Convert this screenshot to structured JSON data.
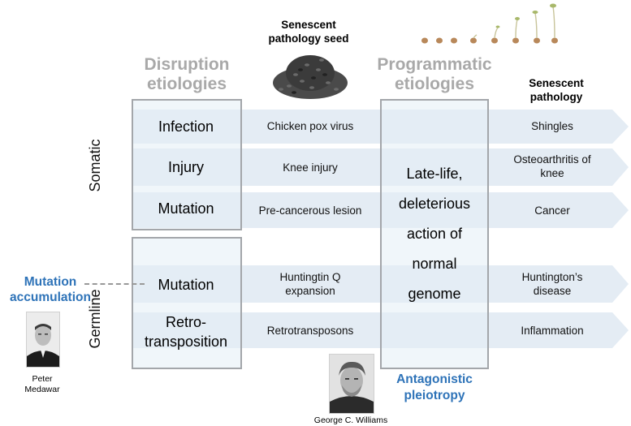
{
  "headers": {
    "disruption": "Disruption etiologies",
    "disruption_l1": "Disruption",
    "disruption_l2": "etiologies",
    "seed_l1": "Senescent",
    "seed_l2": "pathology seed",
    "programmatic_l1": "Programmatic",
    "programmatic_l2": "etiologies",
    "pathology_l1": "Senescent",
    "pathology_l2": "pathology"
  },
  "groups": {
    "somatic": "Somatic",
    "germline": "Germline"
  },
  "rows": [
    {
      "etiology": "Infection",
      "seed": "Chicken pox virus",
      "pathology": "Shingles"
    },
    {
      "etiology": "Injury",
      "seed": "Knee injury",
      "pathology": "Osteoarthritis of knee"
    },
    {
      "etiology": "Mutation",
      "seed": "Pre-cancerous lesion",
      "pathology": "Cancer"
    },
    {
      "etiology": "Mutation",
      "seed": "Huntingtin Q expansion",
      "pathology": "Huntington’s disease"
    },
    {
      "etiology": "Retro-transposition",
      "seed": "Retrotransposons",
      "pathology": "Inflammation"
    }
  ],
  "row_text": {
    "r1_seed_l1": "Huntingtin Q",
    "r1_seed_l2": "expansion",
    "r1_path_l1": "Huntington’s",
    "r1_path_l2": "disease",
    "r0_path_l1": "Osteoarthritis of",
    "r0_path_l2": "knee",
    "retro_l1": "Retro-",
    "retro_l2": "transposition"
  },
  "programmatic_box": [
    "Late-life,",
    "deleterious",
    "action of",
    "normal",
    "genome"
  ],
  "theories": {
    "mutation_accumulation_l1": "Mutation",
    "mutation_accumulation_l2": "accumulation",
    "antagonistic_l1": "Antagonistic",
    "antagonistic_l2": "pleiotropy"
  },
  "people": {
    "medawar_l1": "Peter",
    "medawar_l2": "Medawar",
    "williams": "George C. Williams"
  },
  "colors": {
    "arrow_fill": "#e4ecf4",
    "box_border": "#a3a6aa",
    "theory_blue": "#2e73b8",
    "header_gray": "#a9a9a9"
  }
}
